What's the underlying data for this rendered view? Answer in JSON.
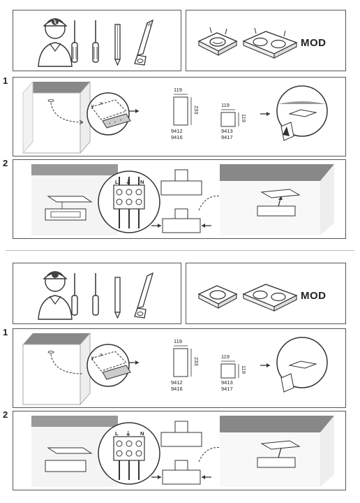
{
  "model_label": "MOD",
  "steps": [
    "1",
    "2"
  ],
  "narrow_fixture": {
    "width": "119",
    "length": "233",
    "codes": [
      "9412",
      "9416"
    ]
  },
  "square_fixture": {
    "width": "119",
    "length": "119",
    "codes": [
      "9413",
      "9417"
    ]
  },
  "cutout_labels": {
    "x": "x",
    "y": "y"
  },
  "terminal_labels": {
    "live": "L",
    "earth": "⏚",
    "neutral": "N"
  }
}
